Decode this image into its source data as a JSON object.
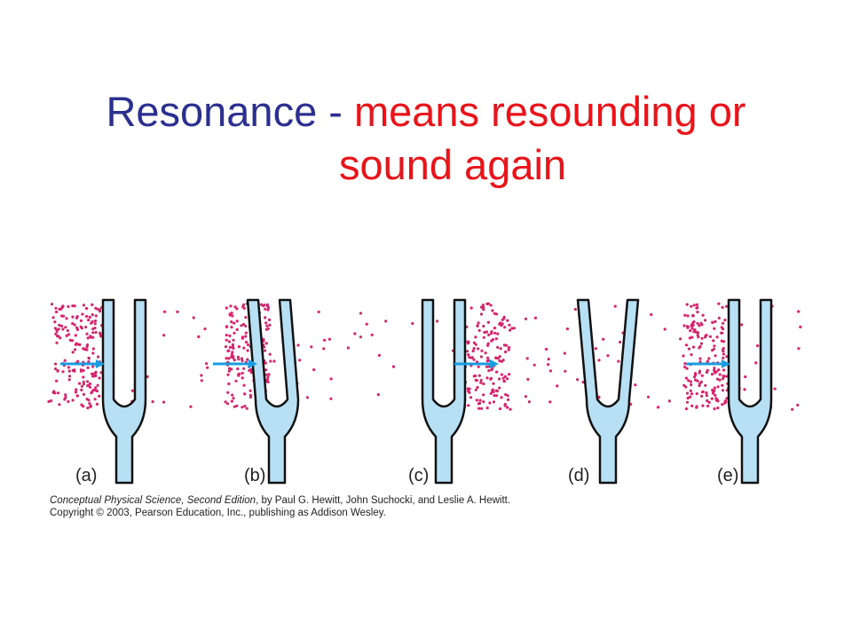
{
  "title": {
    "term": "Resonance",
    "dash": "-",
    "definition_line1": "means resounding or",
    "definition_line2": "sound again"
  },
  "diagram": {
    "panels": [
      {
        "label": "(a)",
        "prongs": "straight",
        "compression": "left",
        "arrow": true
      },
      {
        "label": "(b)",
        "prongs": "left",
        "compression": "left",
        "arrow": true
      },
      {
        "label": "(c)",
        "prongs": "straight",
        "compression": "right",
        "arrow": true
      },
      {
        "label": "(d)",
        "prongs": "spread",
        "compression": "none",
        "arrow": false
      },
      {
        "label": "(e)",
        "prongs": "straight",
        "compression": "left",
        "arrow": true
      }
    ],
    "colors": {
      "fork_fill": "#b8e0f4",
      "fork_stroke": "#111111",
      "particles": "#d6246e",
      "arrow": "#1a9de0"
    }
  },
  "caption": {
    "book_title": "Conceptual Physical Science, Second Edition",
    "authors": ", by Paul G. Hewitt, John Suchocki, and Leslie A. Hewitt.",
    "copyright": "Copyright © 2003, Pearson Education, Inc., publishing as Addison Wesley."
  }
}
